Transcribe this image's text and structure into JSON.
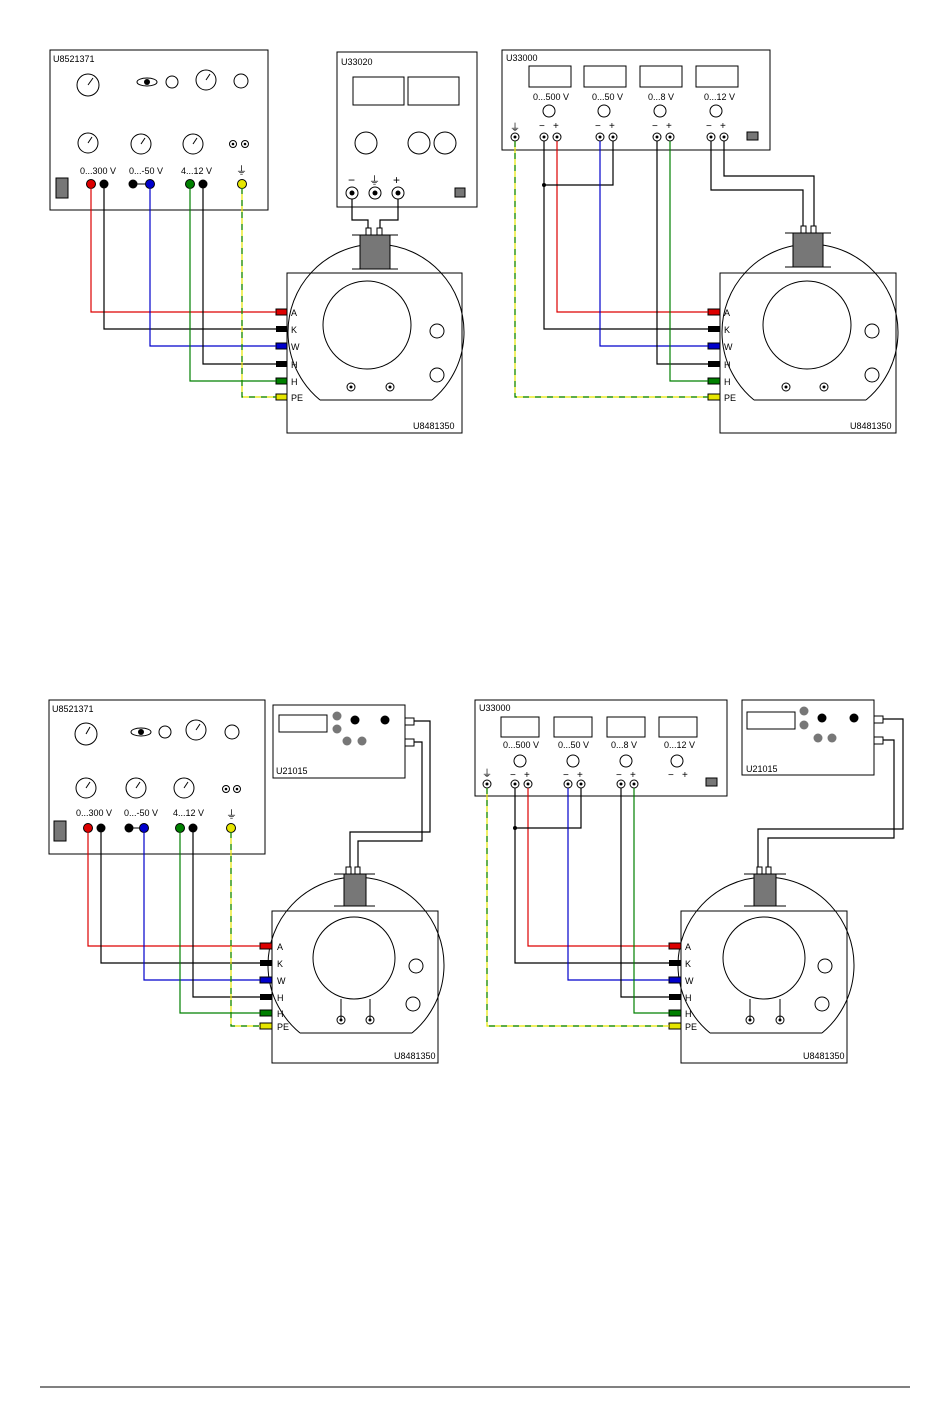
{
  "diagrams": [
    {
      "supply_a": {
        "name": "U8521371",
        "ranges": [
          "0...300 V",
          "0...-50 V",
          "4...12 V"
        ]
      },
      "supply_b": {
        "name": "U33020"
      },
      "tube": {
        "name": "U8481350",
        "terminals": [
          "A",
          "K",
          "W",
          "H",
          "H",
          "PE"
        ]
      }
    },
    {
      "supply": {
        "name": "U33000",
        "ranges": [
          "0...500 V",
          "0...50 V",
          "0...8 V",
          "0...12 V"
        ]
      },
      "tube": {
        "name": "U8481350",
        "terminals": [
          "A",
          "K",
          "W",
          "H",
          "H",
          "PE"
        ]
      }
    },
    {
      "supply_a": {
        "name": "U8521371",
        "ranges": [
          "0...300 V",
          "0...-50 V",
          "4...12 V"
        ]
      },
      "supply_b": {
        "name": "U21015"
      },
      "tube": {
        "name": "U8481350",
        "terminals": [
          "A",
          "K",
          "W",
          "H",
          "H",
          "PE"
        ]
      }
    },
    {
      "supply": {
        "name": "U33000",
        "ranges": [
          "0...500 V",
          "0...50 V",
          "0...8 V",
          "0...12 V"
        ]
      },
      "supply_b": {
        "name": "U21015"
      },
      "tube": {
        "name": "U8481350",
        "terminals": [
          "A",
          "K",
          "W",
          "H",
          "H",
          "PE"
        ]
      }
    }
  ],
  "symbols": {
    "minus": "−",
    "plus": "+",
    "ground": "⏚"
  },
  "colors": {
    "red": "#dd0000",
    "black": "#000000",
    "blue": "#0000cc",
    "green": "#008000",
    "yellow": "#e6e600",
    "gray": "#777777"
  }
}
